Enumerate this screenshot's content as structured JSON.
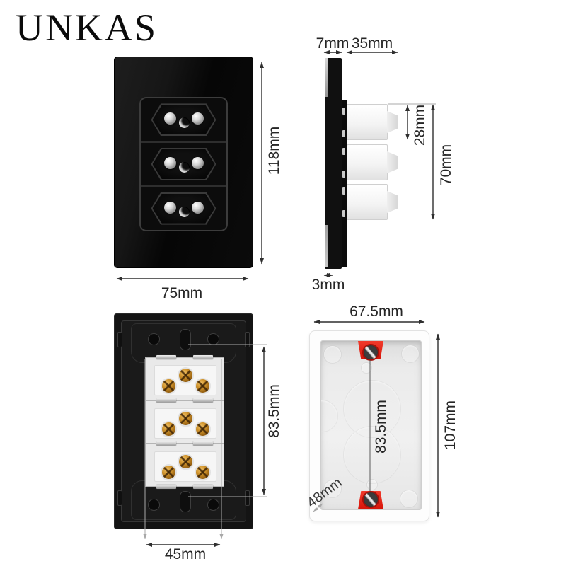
{
  "brand": {
    "logo_text": "UNKAS"
  },
  "views": {
    "front": {
      "height": "118mm",
      "width": "75mm"
    },
    "side": {
      "glass_thickness": "7mm",
      "body_depth": "35mm",
      "module_height": "28mm",
      "modules_total_height": "70mm",
      "glass_edge": "3mm"
    },
    "back": {
      "mount_hole_span": "83.5mm",
      "module_width": "45mm"
    },
    "mounting_box": {
      "outer_width": "67.5mm",
      "outer_height": "107mm",
      "screw_span": "83.5mm",
      "inner_depth": "48mm"
    }
  },
  "colors": {
    "background": "#ffffff",
    "panel_black": "#0b0b0b",
    "dimension_line": "#2f2f2f",
    "leader_line": "#a8a8a8",
    "module_white": "#f4f4f4",
    "brass_terminal": "#c8861c",
    "box_white": "#fdfdfd",
    "accent_red": "#e2231a"
  }
}
